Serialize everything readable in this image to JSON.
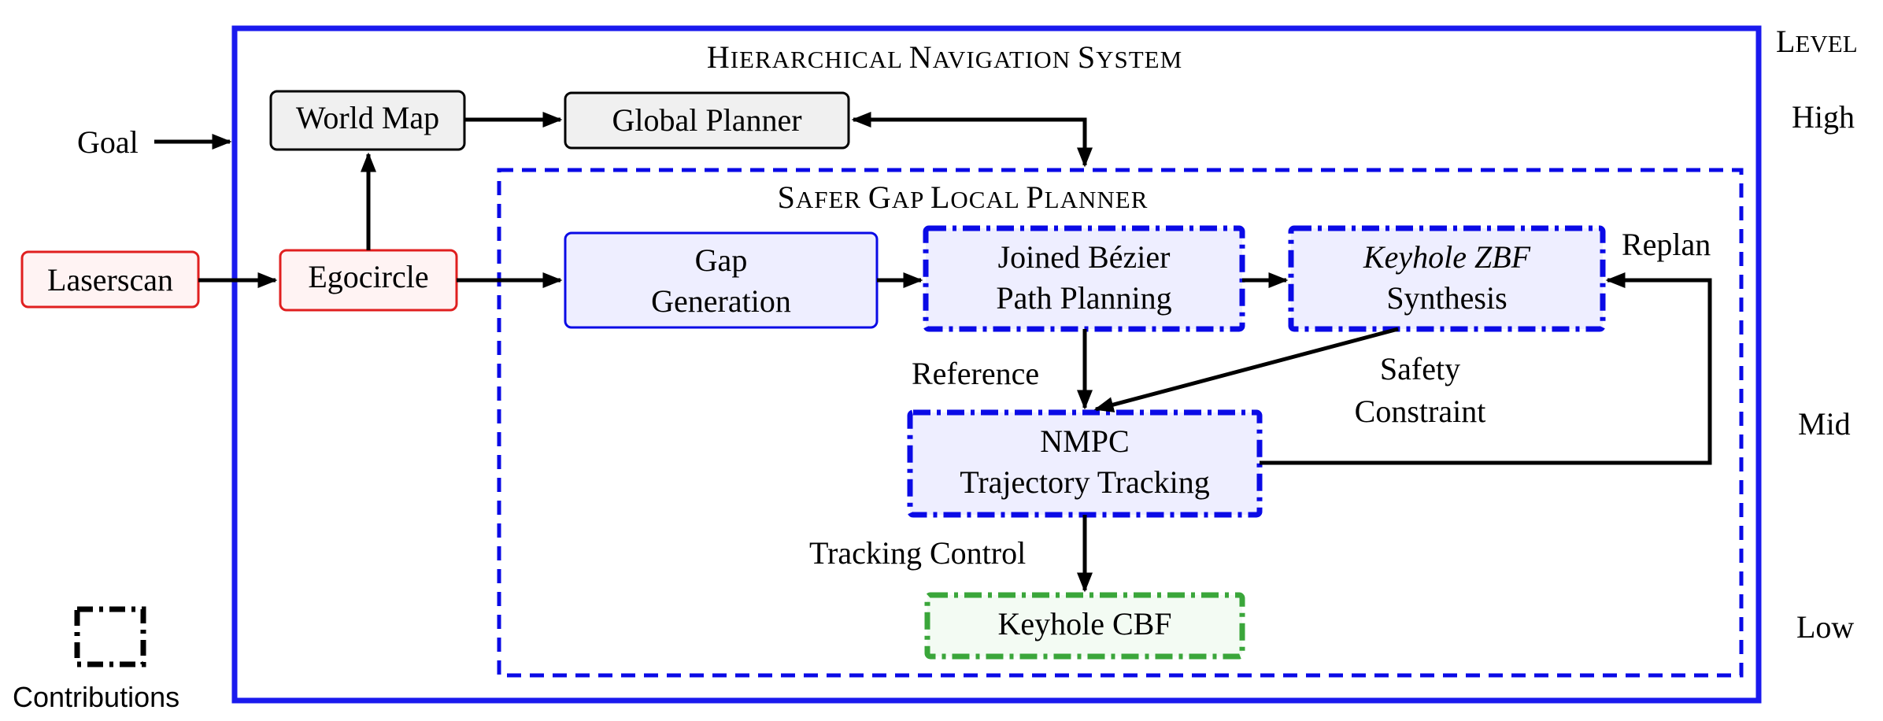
{
  "system": {
    "title_caps": [
      "H",
      "N",
      "S"
    ],
    "title_rest": [
      "IERARCHICAL ",
      "AVIGATION ",
      "YSTEM"
    ]
  },
  "local_planner": {
    "title_caps": [
      "S",
      "G",
      "L",
      "P"
    ],
    "title_rest": [
      "AFER ",
      "AP ",
      "OCAL ",
      "LANNER"
    ]
  },
  "levels": {
    "heading_cap": "L",
    "heading_rest": "EVEL",
    "high": "High",
    "mid": "Mid",
    "low": "Low"
  },
  "nodes": {
    "goal": "Goal",
    "world_map": "World Map",
    "global_planner": "Global Planner",
    "laserscan": "Laserscan",
    "egocircle": "Egocircle",
    "gap_generation": [
      "Gap",
      "Generation"
    ],
    "bezier": [
      "Joined Bézier",
      "Path Planning"
    ],
    "zbf": [
      "Keyhole ZBF",
      "Synthesis"
    ],
    "nmpc": [
      "NMPC",
      "Trajectory Tracking"
    ],
    "cbf": "Keyhole CBF"
  },
  "edge_labels": {
    "replan": "Replan",
    "reference": "Reference",
    "safety": [
      "Safety",
      "Constraint"
    ],
    "tracking_control": "Tracking Control"
  },
  "legend": {
    "contributions": "Contributions"
  },
  "colors": {
    "system_border": "#1a1aee",
    "contribution_blue": "#0a0ae6",
    "laserscan_red": "#e01f1f",
    "laserscan_fill": "#fff3f3",
    "cbf_green": "#3aa63a",
    "cbf_fill": "#f3fbf3",
    "blue_fill": "#eeeeff",
    "gray_fill": "#f0f0f0"
  }
}
